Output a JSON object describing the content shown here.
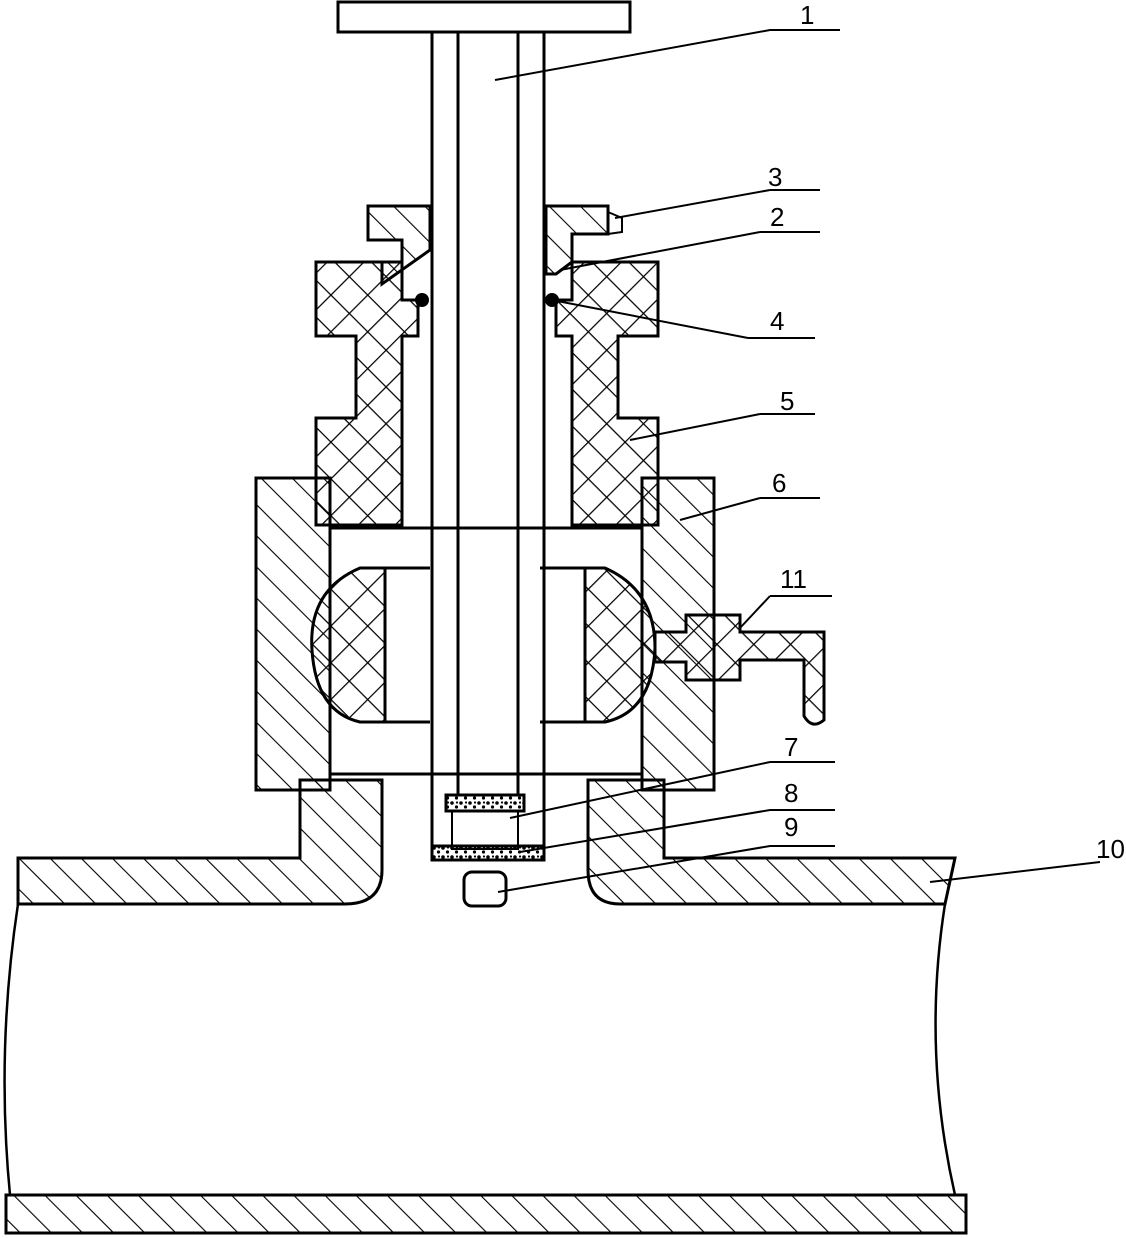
{
  "diagram": {
    "callouts": [
      {
        "id": "1",
        "text": "1"
      },
      {
        "id": "2",
        "text": "2"
      },
      {
        "id": "3",
        "text": "3"
      },
      {
        "id": "4",
        "text": "4"
      },
      {
        "id": "5",
        "text": "5"
      },
      {
        "id": "6",
        "text": "6"
      },
      {
        "id": "7",
        "text": "7"
      },
      {
        "id": "8",
        "text": "8"
      },
      {
        "id": "9",
        "text": "9"
      },
      {
        "id": "10",
        "text": "10"
      },
      {
        "id": "11",
        "text": "11"
      }
    ],
    "colors": {
      "stroke": "#000000",
      "background": "#ffffff"
    }
  }
}
